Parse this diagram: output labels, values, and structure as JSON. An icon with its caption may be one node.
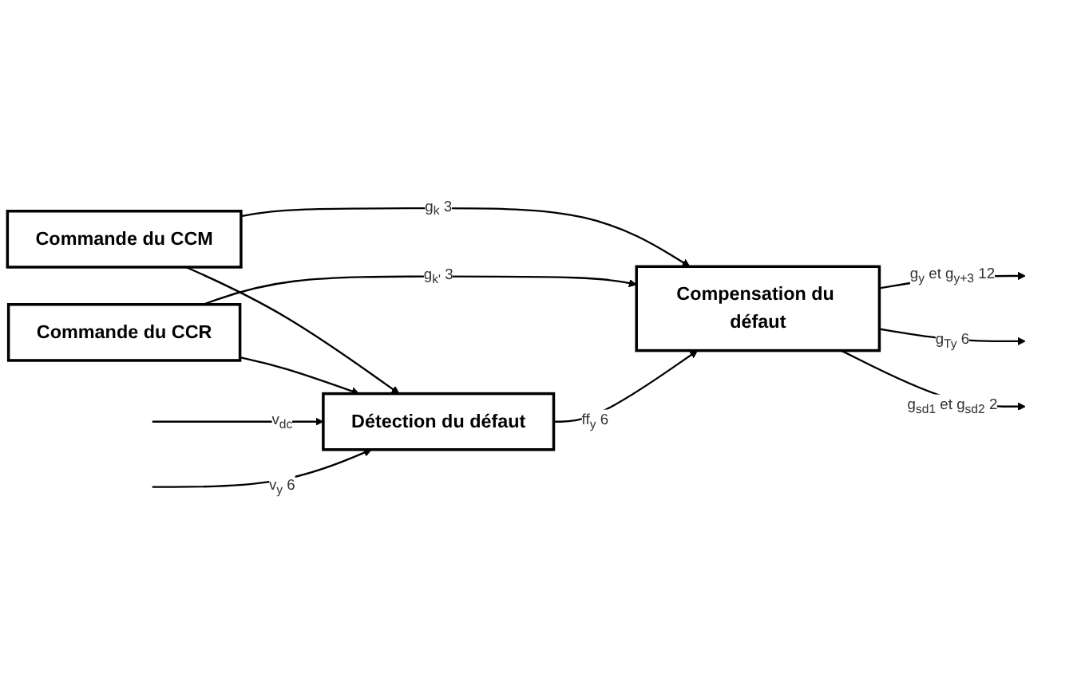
{
  "diagram": {
    "nodes": [
      {
        "text": [
          "Commande du CCM"
        ]
      },
      {
        "text": [
          "Commande du CCR"
        ]
      },
      {
        "text": [
          "Compensation du défaut"
        ]
      },
      {
        "text": [
          "Détection du défaut"
        ]
      }
    ],
    "edges": [
      {
        "from": 0,
        "to": 2,
        "arrow": "to",
        "label": "g$_{k}$ 3"
      },
      {
        "from": 1,
        "to": 2,
        "arrow": "to",
        "label": "g$_{k'}$ 3"
      },
      {
        "from": 0,
        "to": 3,
        "arrow": "to"
      },
      {
        "from": 1,
        "to": 3,
        "arrow": "to"
      },
      {
        "from": 3,
        "to": 2,
        "arrow": "to",
        "label": "ff$_{y}$ 6"
      },
      {
        "from": null,
        "to": 3,
        "arrow": "to",
        "label": "v$_{dc}$"
      },
      {
        "from": null,
        "to": 3,
        "arrow": "to",
        "label": "v$_{y}$ 6"
      },
      {
        "from": 2,
        "to": null,
        "arrow": "to",
        "label": "g$_{y}$ et g$_{y+3}$ 12"
      },
      {
        "from": 2,
        "to": null,
        "arrow": "to",
        "label": "g$_{Ty}$ 6"
      },
      {
        "from": 2,
        "to": null,
        "arrow": "to",
        "label": "g$_{sd1}$ et g$_{sd2}$ 2"
      }
    ]
  }
}
